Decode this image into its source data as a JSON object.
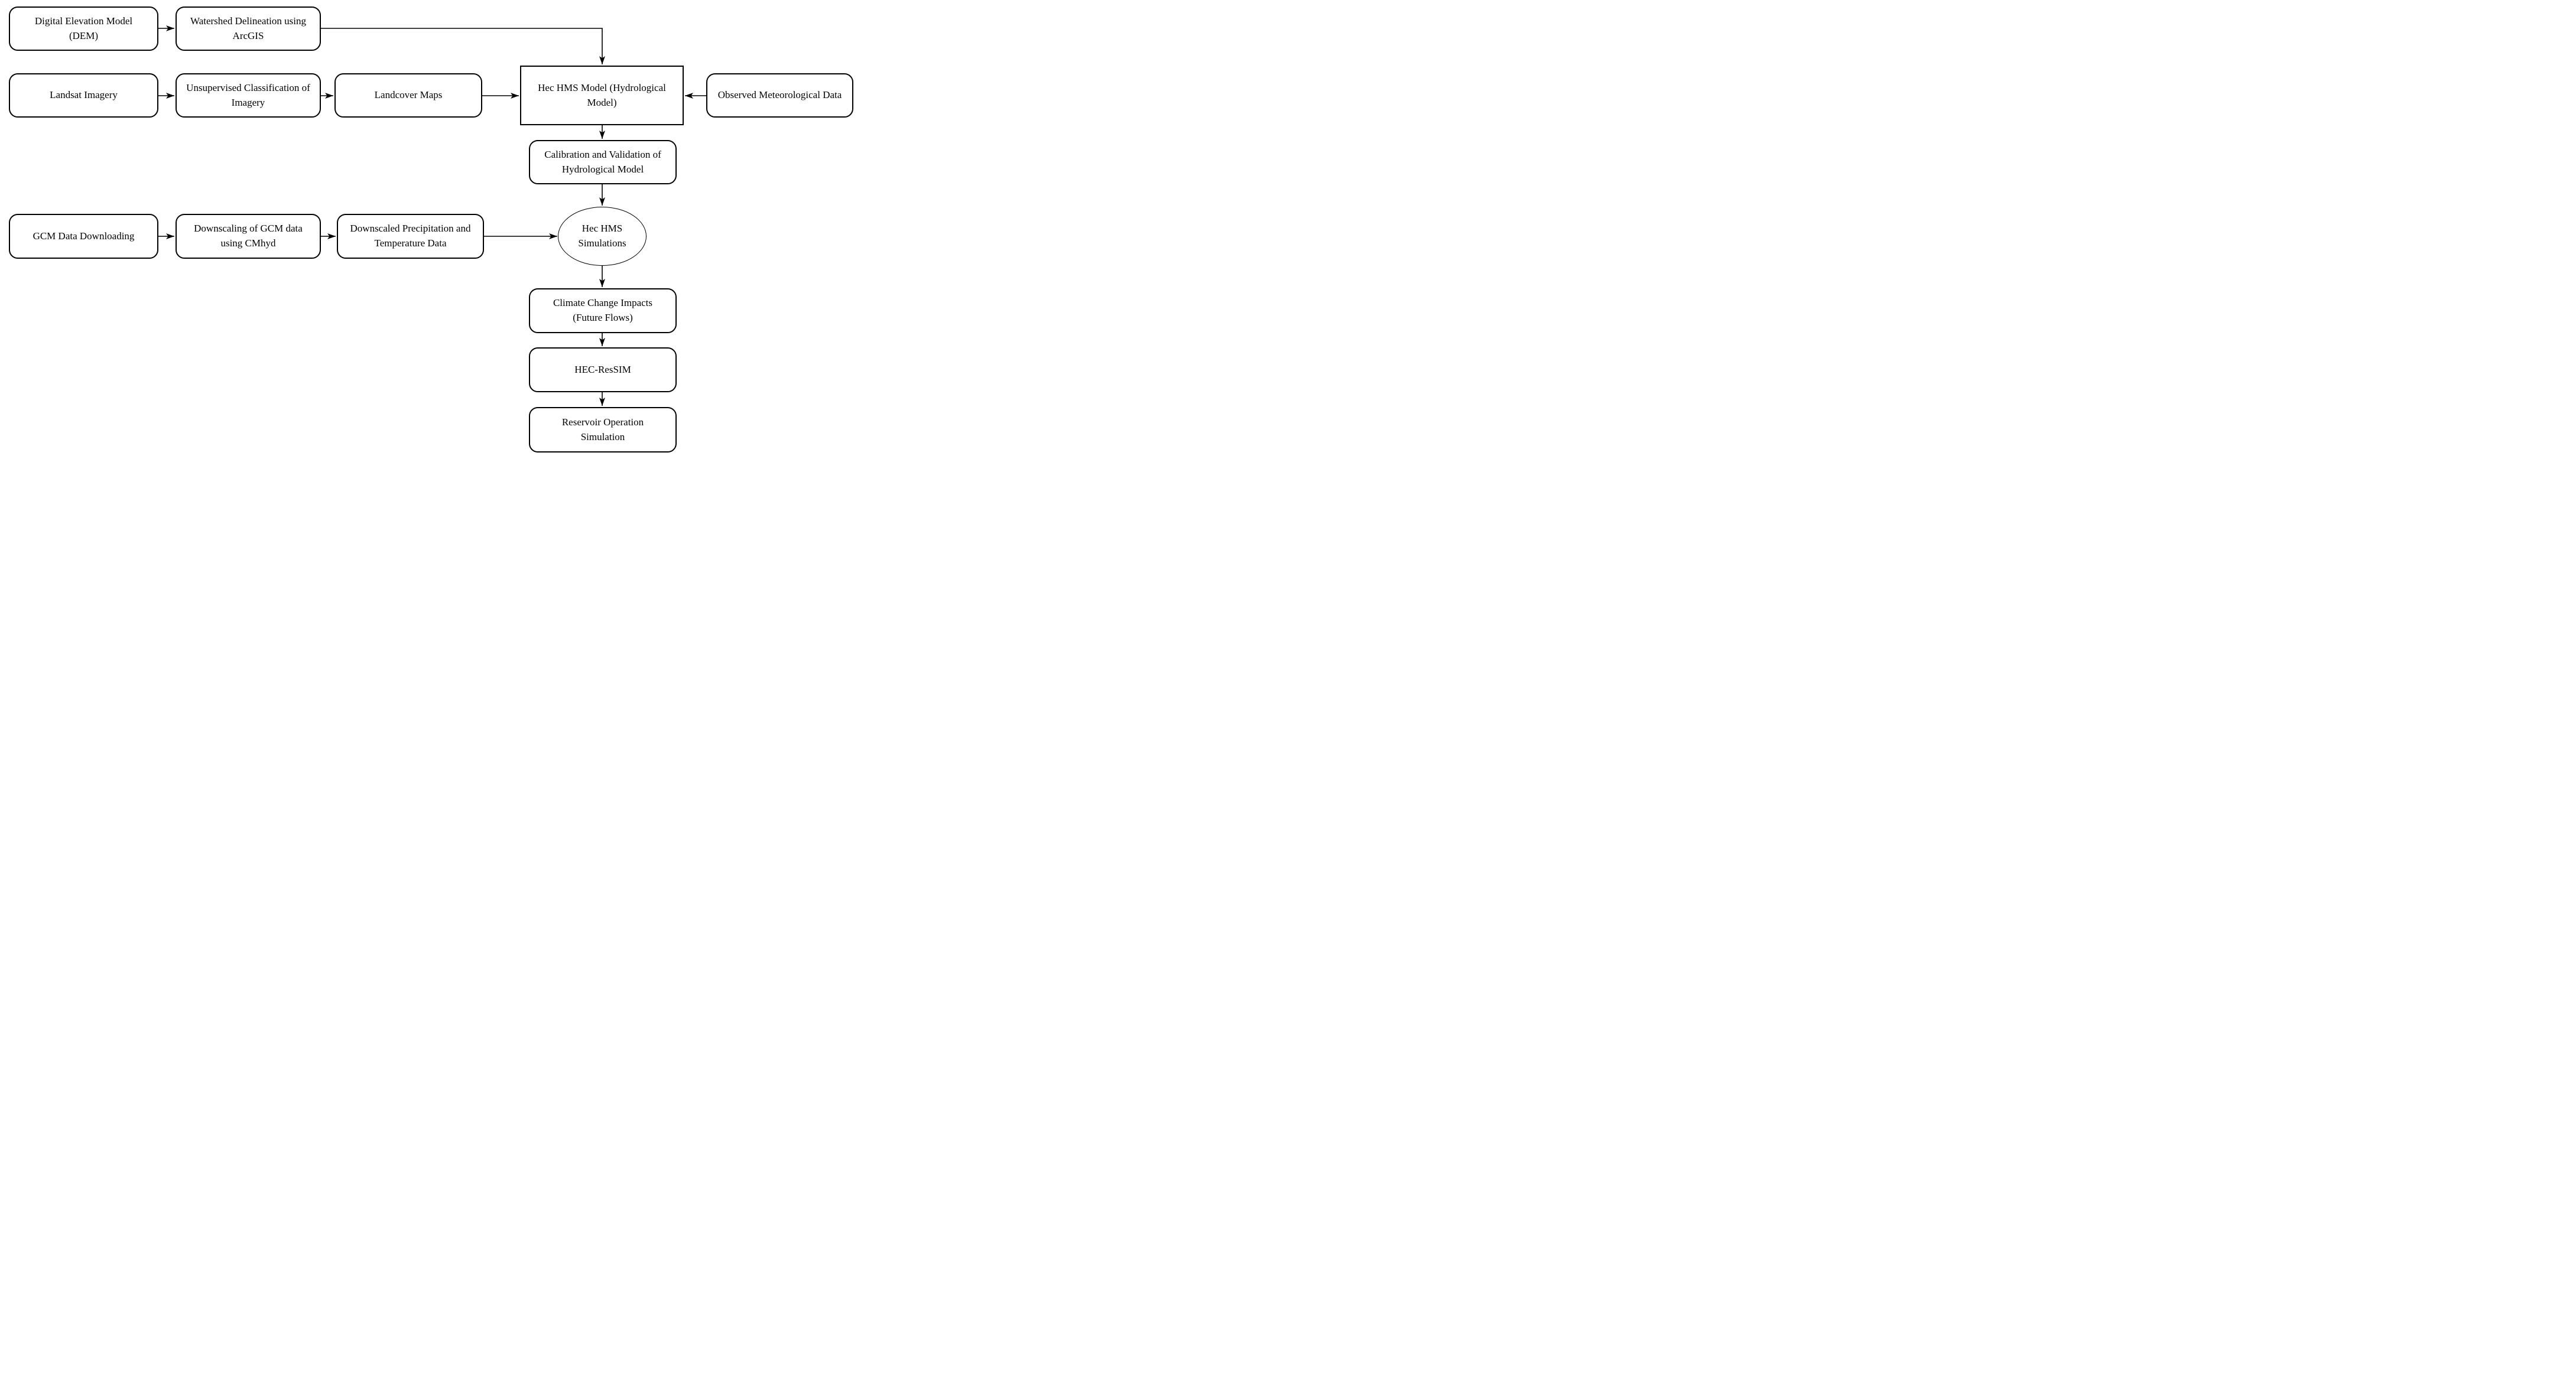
{
  "diagram": {
    "type": "flowchart",
    "colors": {
      "background": "#ffffff",
      "shape_fill": "#ffffff",
      "stroke": "#000000",
      "text": "#000000"
    },
    "nodes": {
      "dem": {
        "label": "Digital Elevation Model (DEM)",
        "shape": "rounded-rectangle"
      },
      "watershed": {
        "label": "Watershed Delineation using ArcGIS",
        "shape": "rounded-rectangle"
      },
      "landsat": {
        "label": "Landsat Imagery",
        "shape": "rounded-rectangle"
      },
      "unsupervised": {
        "label": "Unsupervised Classification of Imagery",
        "shape": "rounded-rectangle"
      },
      "landcover": {
        "label": "Landcover Maps",
        "shape": "rounded-rectangle"
      },
      "hechms_model": {
        "label": "Hec HMS Model (Hydrological Model)",
        "shape": "rectangle"
      },
      "observed": {
        "label": "Observed Meteorological Data",
        "shape": "rounded-rectangle"
      },
      "calibration": {
        "label": "Calibration and Validation of Hydrological Model",
        "shape": "rounded-rectangle"
      },
      "gcm": {
        "label": "GCM Data Downloading",
        "shape": "rounded-rectangle"
      },
      "downscaling": {
        "label": "Downscaling of GCM data using CMhyd",
        "shape": "rounded-rectangle"
      },
      "downscaled": {
        "label": "Downscaled Precipitation and Temperature Data",
        "shape": "rounded-rectangle"
      },
      "hechms_sim": {
        "label": "Hec HMS Simulations",
        "shape": "ellipse"
      },
      "climate": {
        "label": "Climate Change Impacts (Future Flows)",
        "shape": "rounded-rectangle"
      },
      "hecressim": {
        "label": "HEC-ResSIM",
        "shape": "rounded-rectangle"
      },
      "reservoir": {
        "label": "Reservoir Operation Simulation",
        "shape": "rounded-rectangle"
      }
    },
    "edges": [
      {
        "from": "dem",
        "to": "watershed"
      },
      {
        "from": "watershed",
        "to": "hechms_model"
      },
      {
        "from": "landsat",
        "to": "unsupervised"
      },
      {
        "from": "unsupervised",
        "to": "landcover"
      },
      {
        "from": "landcover",
        "to": "hechms_model"
      },
      {
        "from": "observed",
        "to": "hechms_model"
      },
      {
        "from": "hechms_model",
        "to": "calibration"
      },
      {
        "from": "calibration",
        "to": "hechms_sim"
      },
      {
        "from": "gcm",
        "to": "downscaling"
      },
      {
        "from": "downscaling",
        "to": "downscaled"
      },
      {
        "from": "downscaled",
        "to": "hechms_sim"
      },
      {
        "from": "hechms_sim",
        "to": "climate"
      },
      {
        "from": "climate",
        "to": "hecressim"
      },
      {
        "from": "hecressim",
        "to": "reservoir"
      }
    ]
  }
}
